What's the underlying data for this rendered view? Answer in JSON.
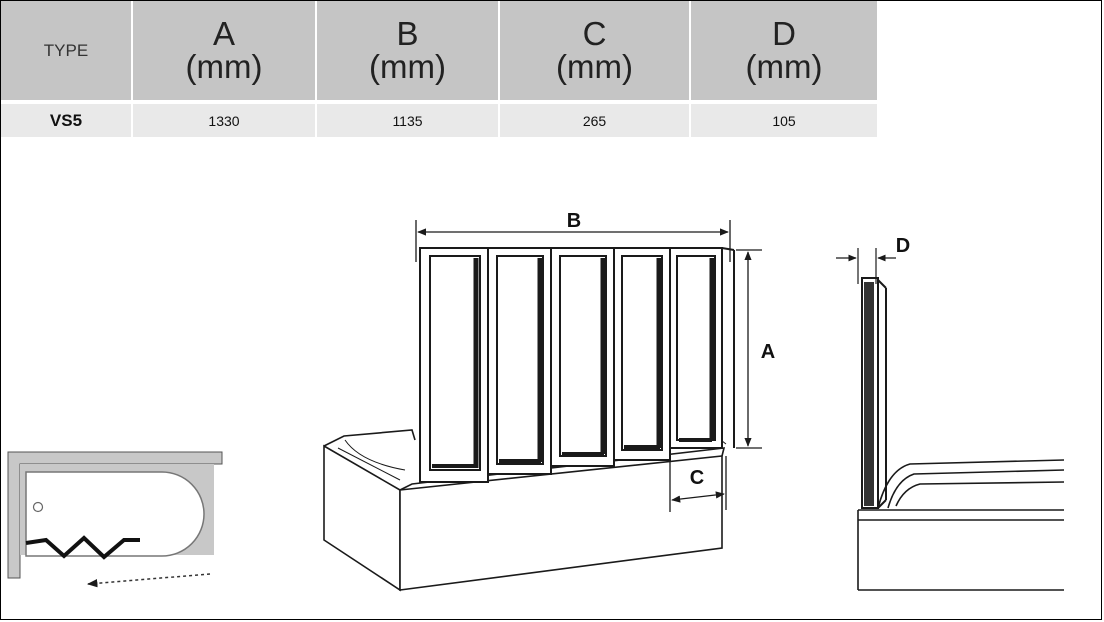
{
  "table": {
    "headers": {
      "type": "TYPE",
      "a": {
        "letter": "A",
        "unit": "(mm)"
      },
      "b": {
        "letter": "B",
        "unit": "(mm)"
      },
      "c": {
        "letter": "C",
        "unit": "(mm)"
      },
      "d": {
        "letter": "D",
        "unit": "(mm)"
      }
    },
    "row": {
      "type": "VS5",
      "a": "1330",
      "b": "1135",
      "c": "265",
      "d": "105"
    }
  },
  "diagram": {
    "labels": {
      "a": "A",
      "b": "B",
      "c": "C",
      "d": "D"
    },
    "colors": {
      "header_bg": "#c5c5c5",
      "row_bg": "#e9e9e9",
      "mini_bath": "#c8c8c8",
      "line": "#1a1a1a"
    }
  }
}
